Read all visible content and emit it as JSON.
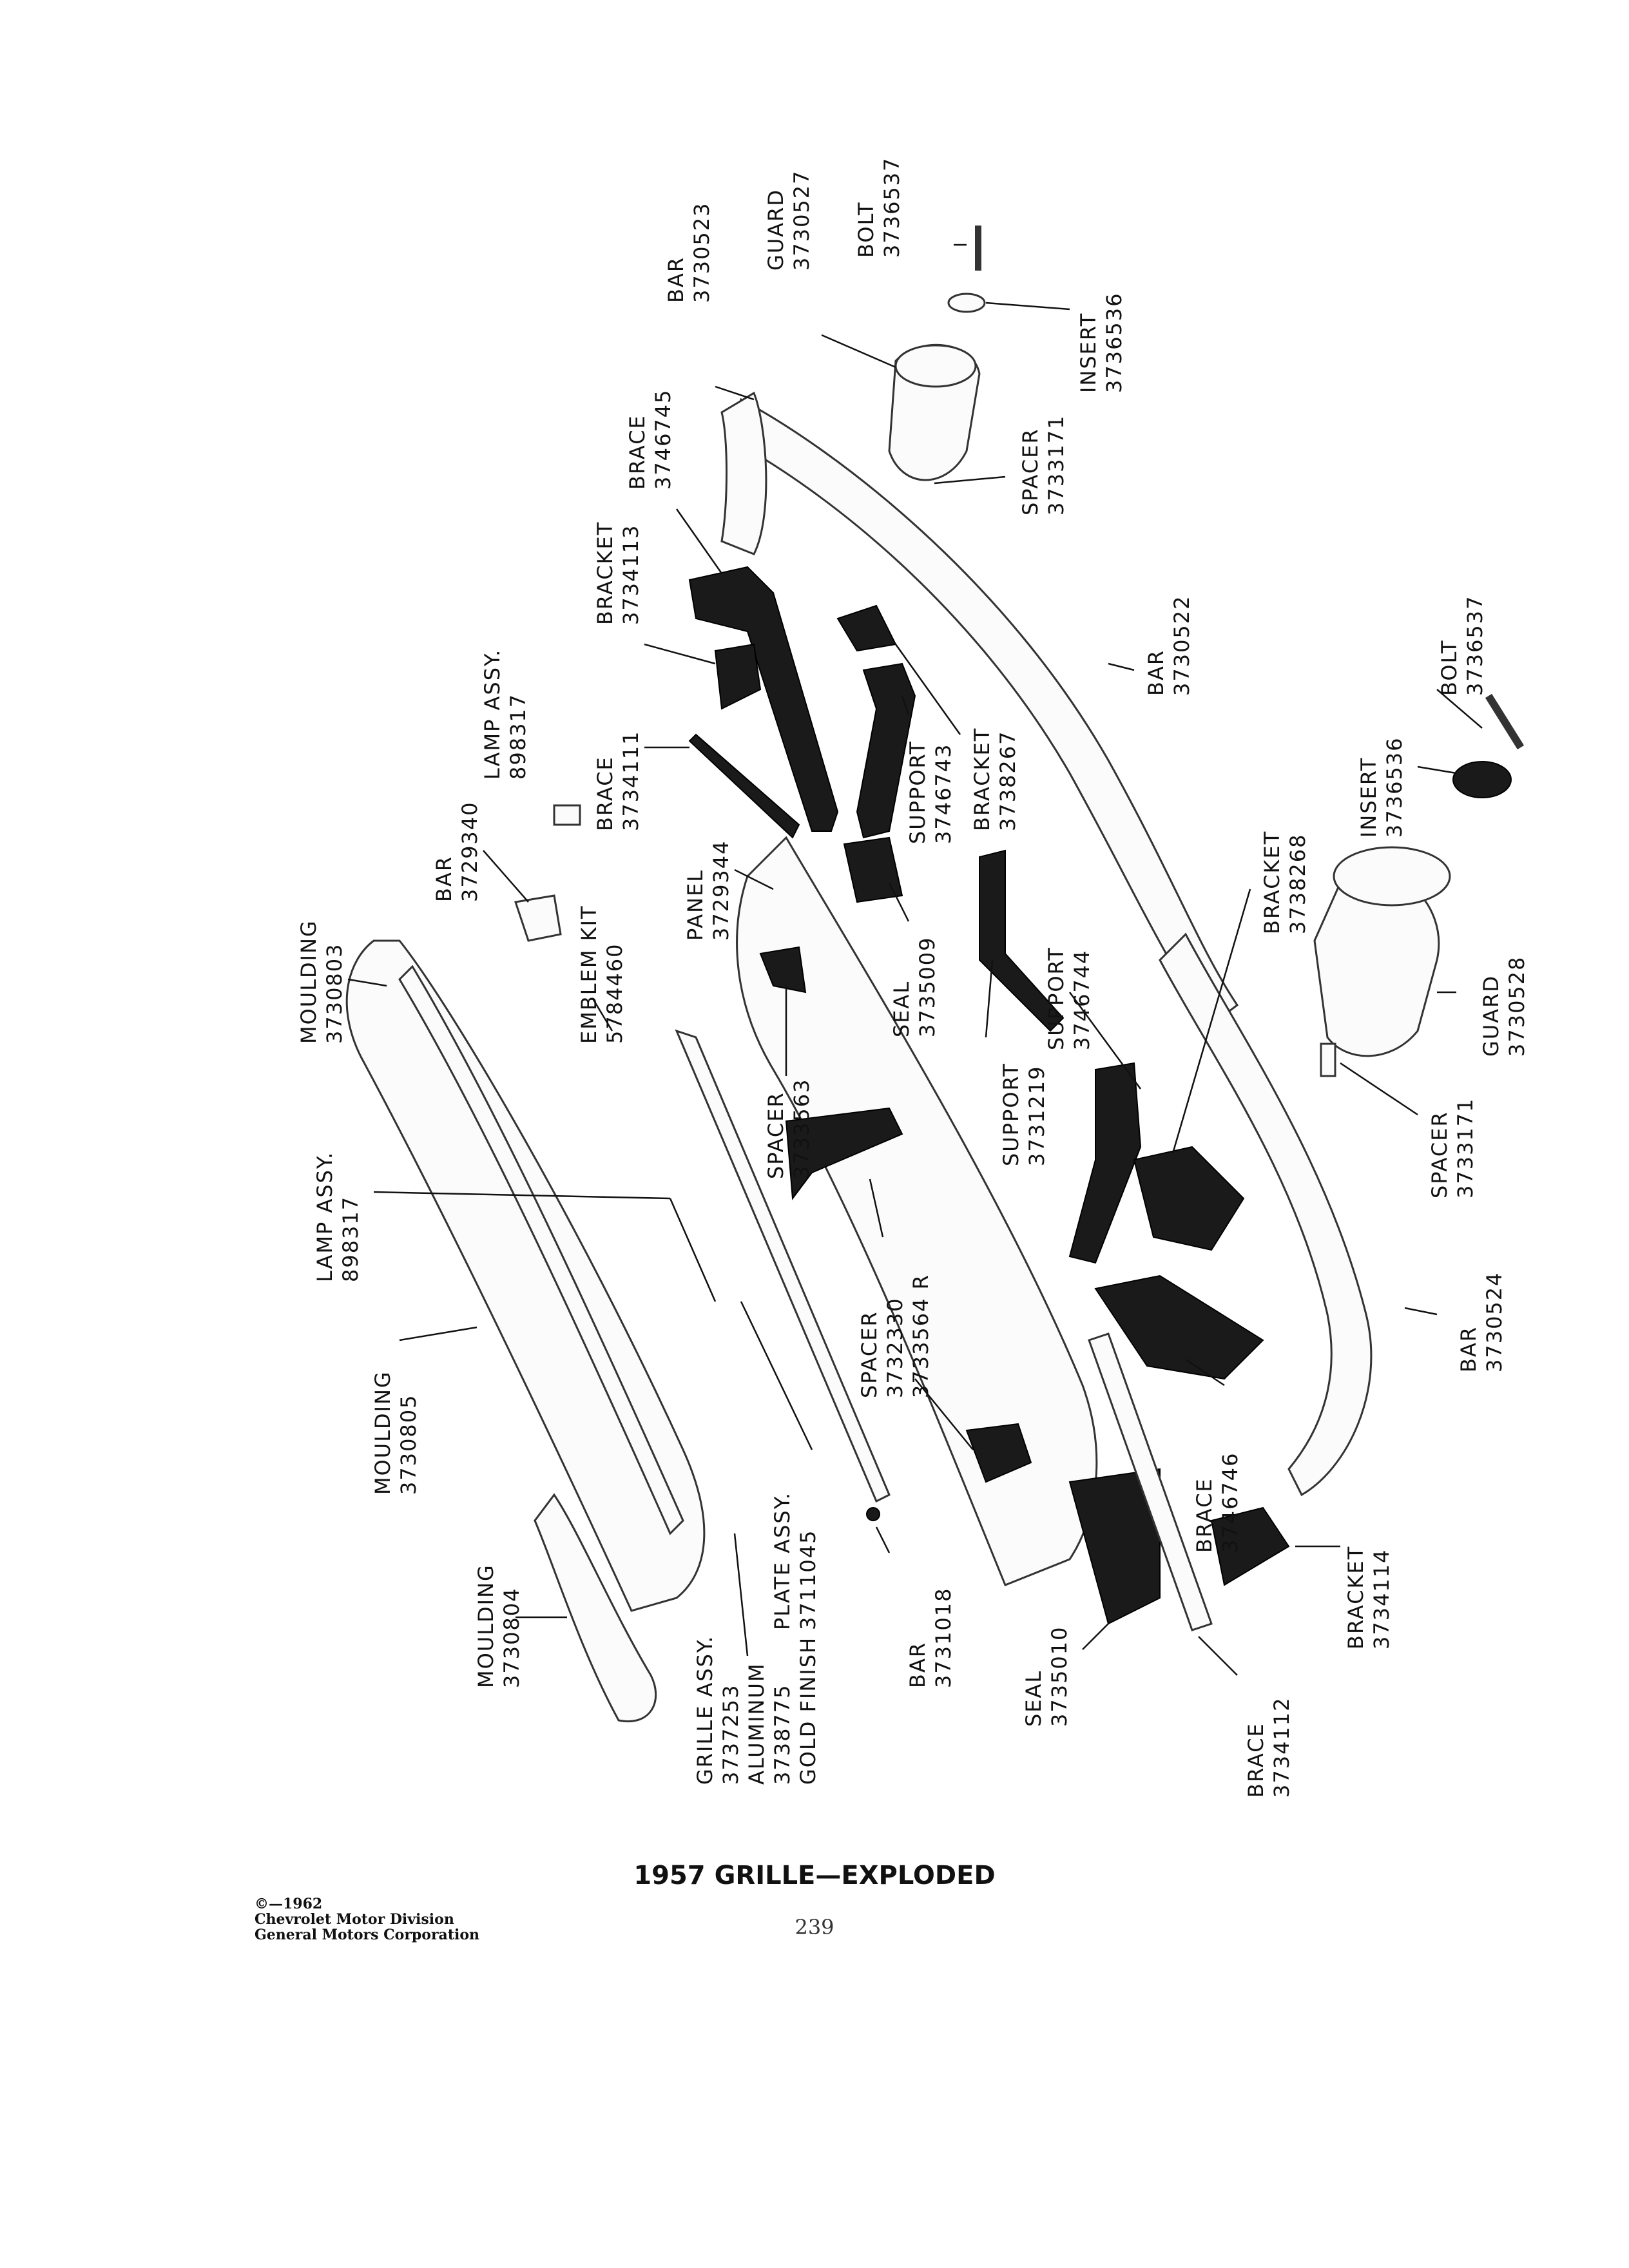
{
  "title": "1957 GRILLE—EXPLODED",
  "copyright": {
    "line1": "©—1962",
    "line2": "Chevrolet Motor Division",
    "line3": "General Motors Corporation"
  },
  "page_number": "239",
  "callouts": [
    {
      "name": "bolt-3736537-top",
      "lines": [
        "BOLT",
        "3736537"
      ]
    },
    {
      "name": "guard-3730527",
      "lines": [
        "GUARD",
        "3730527"
      ]
    },
    {
      "name": "bar-3730523",
      "lines": [
        "BAR",
        "3730523"
      ]
    },
    {
      "name": "insert-3736536-top",
      "lines": [
        "INSERT",
        "3736536"
      ]
    },
    {
      "name": "brace-3746745",
      "lines": [
        "BRACE",
        "3746745"
      ]
    },
    {
      "name": "spacer-3733171-top",
      "lines": [
        "SPACER",
        "3733171"
      ]
    },
    {
      "name": "bracket-3734113",
      "lines": [
        "BRACKET",
        "3734113"
      ]
    },
    {
      "name": "lamp-assy-898317-top",
      "lines": [
        "LAMP ASSY.",
        "898317"
      ]
    },
    {
      "name": "bar-3730522",
      "lines": [
        "BAR",
        "3730522"
      ]
    },
    {
      "name": "bolt-3736537-right",
      "lines": [
        "BOLT",
        "3736537"
      ]
    },
    {
      "name": "brace-3734111",
      "lines": [
        "BRACE",
        "3734111"
      ]
    },
    {
      "name": "bracket-3738267",
      "lines": [
        "BRACKET",
        "3738267"
      ]
    },
    {
      "name": "support-3746743",
      "lines": [
        "SUPPORT",
        "3746743"
      ]
    },
    {
      "name": "insert-3736536-right",
      "lines": [
        "INSERT",
        "3736536"
      ]
    },
    {
      "name": "bar-3729340",
      "lines": [
        "BAR",
        "3729340"
      ]
    },
    {
      "name": "panel-3729344",
      "lines": [
        "PANEL",
        "3729344"
      ]
    },
    {
      "name": "bracket-3738268",
      "lines": [
        "BRACKET",
        "3738268"
      ]
    },
    {
      "name": "moulding-3730803",
      "lines": [
        "MOULDING",
        "3730803"
      ]
    },
    {
      "name": "emblem-kit-5784460",
      "lines": [
        "EMBLEM KIT",
        "5784460"
      ]
    },
    {
      "name": "seal-3735009",
      "lines": [
        "SEAL",
        "3735009"
      ]
    },
    {
      "name": "support-3746744",
      "lines": [
        "SUPPORT",
        "3746744"
      ]
    },
    {
      "name": "guard-3730528",
      "lines": [
        "GUARD",
        "3730528"
      ]
    },
    {
      "name": "spacer-3733563",
      "lines": [
        "SPACER",
        "3733563"
      ]
    },
    {
      "name": "support-3731219",
      "lines": [
        "SUPPORT",
        "3731219"
      ]
    },
    {
      "name": "spacer-3733171-right",
      "lines": [
        "SPACER",
        "3733171"
      ]
    },
    {
      "name": "lamp-assy-898317-left",
      "lines": [
        "LAMP ASSY.",
        "898317"
      ]
    },
    {
      "name": "spacer-3732330",
      "lines": [
        "SPACER",
        "3732330",
        "3733564 R"
      ]
    },
    {
      "name": "moulding-3730805",
      "lines": [
        "MOULDING",
        "3730805"
      ]
    },
    {
      "name": "bar-3730524",
      "lines": [
        "BAR",
        "3730524"
      ]
    },
    {
      "name": "brace-3746746",
      "lines": [
        "BRACE",
        "3746746"
      ]
    },
    {
      "name": "plate-assy-3711045",
      "lines": [
        "PLATE ASSY.",
        "3711045"
      ]
    },
    {
      "name": "moulding-3730804",
      "lines": [
        "MOULDING",
        "3730804"
      ]
    },
    {
      "name": "bar-3731018",
      "lines": [
        "BAR",
        "3731018"
      ]
    },
    {
      "name": "bracket-3734114",
      "lines": [
        "BRACKET",
        "3734114"
      ]
    },
    {
      "name": "grille-assy",
      "lines": [
        "GRILLE ASSY.",
        "3737253",
        "ALUMINUM",
        "3738775",
        "GOLD FINISH"
      ]
    },
    {
      "name": "seal-3735010",
      "lines": [
        "SEAL",
        "3735010"
      ]
    },
    {
      "name": "brace-3734112",
      "lines": [
        "BRACE",
        "3734112"
      ]
    }
  ]
}
